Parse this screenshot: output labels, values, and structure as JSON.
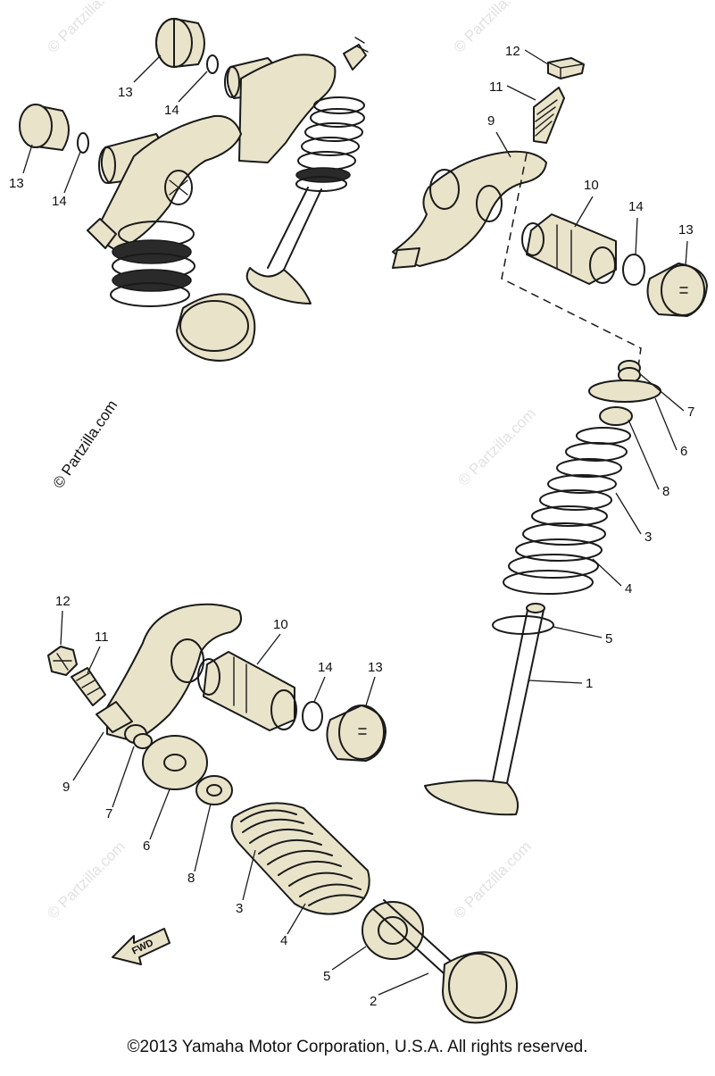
{
  "watermarks": {
    "main": "© Partzilla.com",
    "faint": "© Partzilla.com"
  },
  "callouts": {
    "p1": "1",
    "p2": "2",
    "p3a": "3",
    "p3b": "3",
    "p4a": "4",
    "p4b": "4",
    "p5a": "5",
    "p5b": "5",
    "p6a": "6",
    "p6b": "6",
    "p7a": "7",
    "p7b": "7",
    "p8a": "8",
    "p8b": "8",
    "p9a": "9",
    "p9b": "9",
    "p10a": "10",
    "p10b": "10",
    "p11a": "11",
    "p11b": "11",
    "p12a": "12",
    "p12b": "12",
    "p13a": "13",
    "p13b": "13",
    "p13c": "13",
    "p13d": "13",
    "p14a": "14",
    "p14b": "14",
    "p14c": "14",
    "p14d": "14"
  },
  "fwd_label": "FWD",
  "copyright": "©2013 Yamaha Motor Corporation, U.S.A. All rights reserved."
}
